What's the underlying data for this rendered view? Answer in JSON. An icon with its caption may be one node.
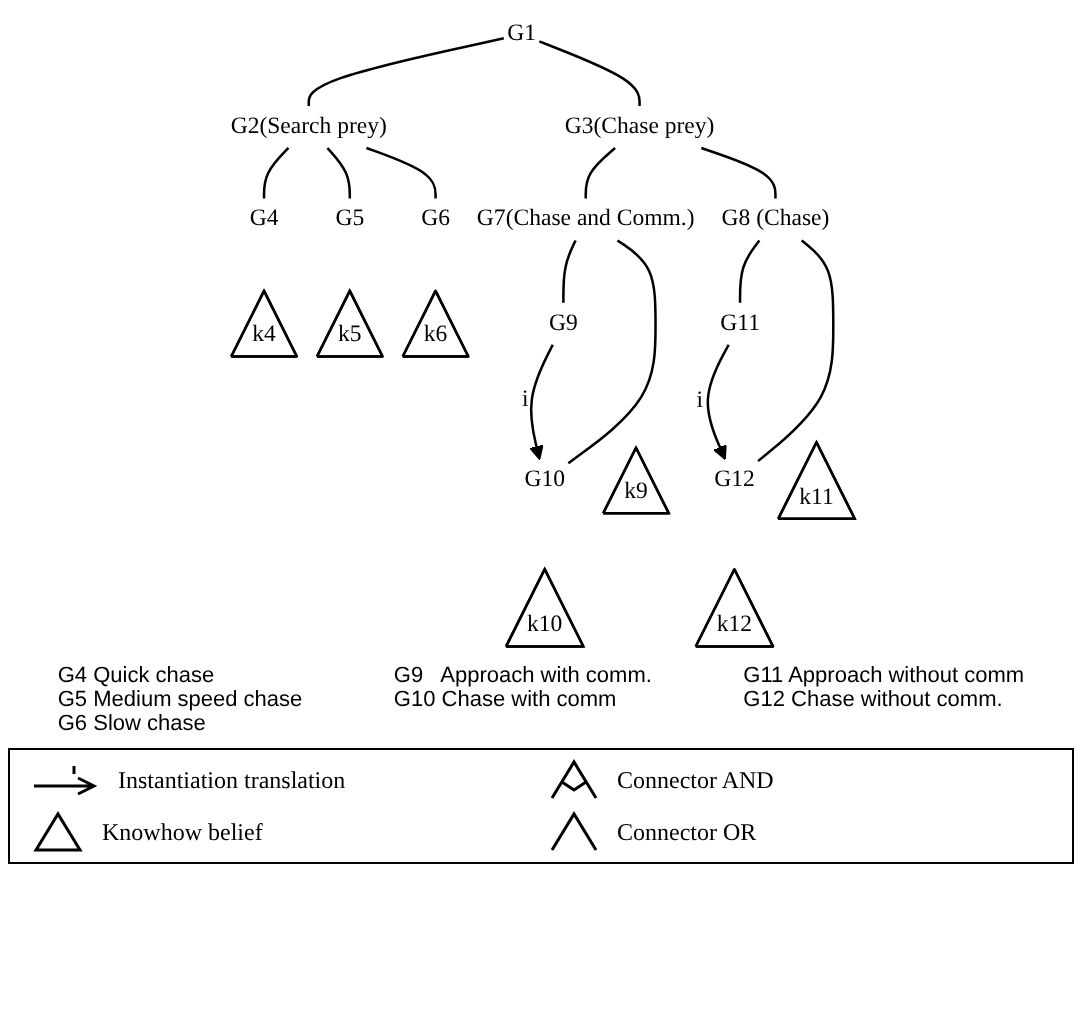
{
  "diagram": {
    "nodes": [
      {
        "text": [
          "G1"
        ]
      },
      {
        "text": [
          "G2(Search prey)"
        ]
      },
      {
        "text": [
          "G3(Chase prey)"
        ]
      },
      {
        "text": [
          "G4"
        ]
      },
      {
        "text": [
          "G5"
        ]
      },
      {
        "text": [
          "G6"
        ]
      },
      {
        "text": [
          "G7(Chase and Comm.)"
        ]
      },
      {
        "text": [
          "G8 (Chase)"
        ]
      },
      {
        "text": [
          "G9"
        ]
      },
      {
        "text": [
          "G10"
        ]
      },
      {
        "text": [
          "G11"
        ]
      },
      {
        "text": [
          "G12"
        ]
      },
      {
        "text": [
          "k4"
        ]
      },
      {
        "text": [
          "k5"
        ]
      },
      {
        "text": [
          "k6"
        ]
      },
      {
        "text": [
          "k9"
        ]
      },
      {
        "text": [
          "k10"
        ]
      },
      {
        "text": [
          "k11"
        ]
      },
      {
        "text": [
          "k12"
        ]
      }
    ],
    "edges": [
      {
        "from": 0,
        "to": 1,
        "arrow": "none"
      },
      {
        "from": 0,
        "to": 2,
        "arrow": "none"
      },
      {
        "from": 1,
        "to": 3,
        "arrow": "none"
      },
      {
        "from": 1,
        "to": 4,
        "arrow": "none"
      },
      {
        "from": 1,
        "to": 5,
        "arrow": "none"
      },
      {
        "from": 2,
        "to": 6,
        "arrow": "none"
      },
      {
        "from": 2,
        "to": 7,
        "arrow": "none"
      },
      {
        "from": 6,
        "to": 8,
        "arrow": "none"
      },
      {
        "from": 6,
        "to": 9,
        "arrow": "none"
      },
      {
        "from": 7,
        "to": 10,
        "arrow": "none"
      },
      {
        "from": 7,
        "to": 11,
        "arrow": "none"
      },
      {
        "from": 8,
        "to": 9,
        "arrow": "to",
        "label": "i"
      },
      {
        "from": 10,
        "to": 11,
        "arrow": "to",
        "label": "i"
      }
    ],
    "labels": [
      "G4 Quick chase",
      "G5 Medium speed chase",
      "G6 Slow chase",
      "G9   Approach with comm.",
      "G10 Chase with comm",
      "G11 Approach without comm",
      "G12 Chase without comm."
    ],
    "legend": [
      {
        "text": "Instantiation translation"
      },
      {
        "text": "Connector AND"
      },
      {
        "text": "Knowhow belief"
      },
      {
        "text": "Connector OR"
      }
    ]
  }
}
